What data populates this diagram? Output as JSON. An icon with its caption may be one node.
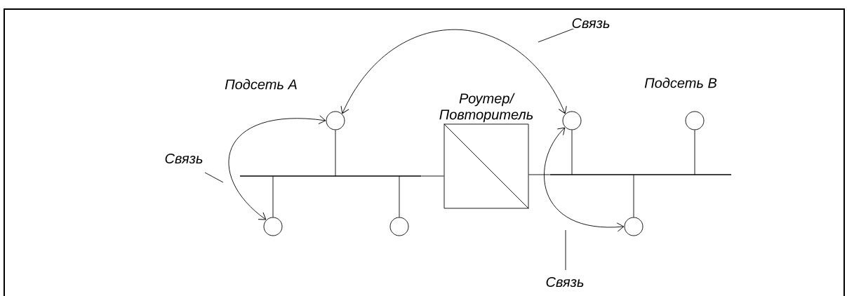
{
  "diagram": {
    "nodes": [
      {
        "text": [],
        "shape": "bar"
      },
      {
        "text": [],
        "shape": "circle"
      },
      {
        "text": [],
        "shape": "circle"
      },
      {
        "text": [],
        "shape": "circle"
      },
      {
        "text": [
          "Роутер/ Повторитель"
        ]
      },
      {
        "text": [],
        "shape": "bar"
      },
      {
        "text": [],
        "shape": "circle"
      },
      {
        "text": [],
        "shape": "circle"
      },
      {
        "text": [],
        "shape": "circle"
      }
    ],
    "edges": [
      {
        "from": 1,
        "to": 0,
        "arrow": "none"
      },
      {
        "from": 2,
        "to": 0,
        "arrow": "none"
      },
      {
        "from": 3,
        "to": 0,
        "arrow": "none"
      },
      {
        "from": 0,
        "to": 4,
        "arrow": "none"
      },
      {
        "from": 4,
        "to": 5,
        "arrow": "none"
      },
      {
        "from": 6,
        "to": 5,
        "arrow": "none"
      },
      {
        "from": 7,
        "to": 5,
        "arrow": "none"
      },
      {
        "from": 8,
        "to": 5,
        "arrow": "none"
      },
      {
        "from": 2,
        "to": 6,
        "arrow": "both",
        "label": "Связь"
      },
      {
        "from": 2,
        "to": 1,
        "arrow": "both",
        "label": "Связь"
      },
      {
        "from": 6,
        "to": 7,
        "arrow": "both",
        "label": "Связь"
      }
    ],
    "labels": [
      "Подсеть A",
      "Подсеть B"
    ]
  }
}
